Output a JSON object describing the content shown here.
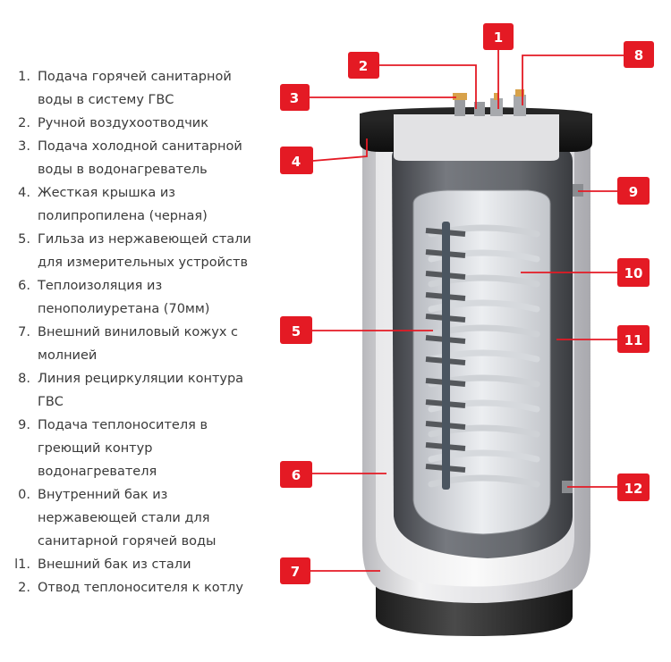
{
  "legend": {
    "items": [
      {
        "num": "1.",
        "text": "Подача горячей санитарной воды в систему ГВС"
      },
      {
        "num": "2.",
        "text": "Ручной воздухоотводчик"
      },
      {
        "num": "3.",
        "text": "Подача холодной санитарной воды в водонагреватель"
      },
      {
        "num": "4.",
        "text": "Жесткая крышка из полипропилена (черная)"
      },
      {
        "num": "5.",
        "text": "Гильза из нержавеющей стали для измерительных устройств"
      },
      {
        "num": "6.",
        "text": "Теплоизоляция из пенополиуретана (70мм)"
      },
      {
        "num": "7.",
        "text": "Внешний виниловый кожух с молнией"
      },
      {
        "num": "8.",
        "text": "Линия рециркуляции контура ГВС"
      },
      {
        "num": "9.",
        "text": "Подача теплоносителя в греющий контур водонагревателя"
      },
      {
        "num": "0.",
        "text": "Внутренний бак из нержавеющей стали для санитарной горячей воды"
      },
      {
        "num": "l1.",
        "text": "Внешний бак из стали"
      },
      {
        "num": "2.",
        "text": "Отвод теплоносителя к котлу"
      }
    ]
  },
  "callouts": [
    {
      "label": "1"
    },
    {
      "label": "2"
    },
    {
      "label": "3"
    },
    {
      "label": "4"
    },
    {
      "label": "5"
    },
    {
      "label": "6"
    },
    {
      "label": "7"
    },
    {
      "label": "8"
    },
    {
      "label": "9"
    },
    {
      "label": "10"
    },
    {
      "label": "11"
    },
    {
      "label": "12"
    }
  ],
  "colors": {
    "accent": "#e41a24",
    "cap": "#1a1a1a",
    "casing": "#d9d9dc",
    "tank": "#5a5d62"
  }
}
